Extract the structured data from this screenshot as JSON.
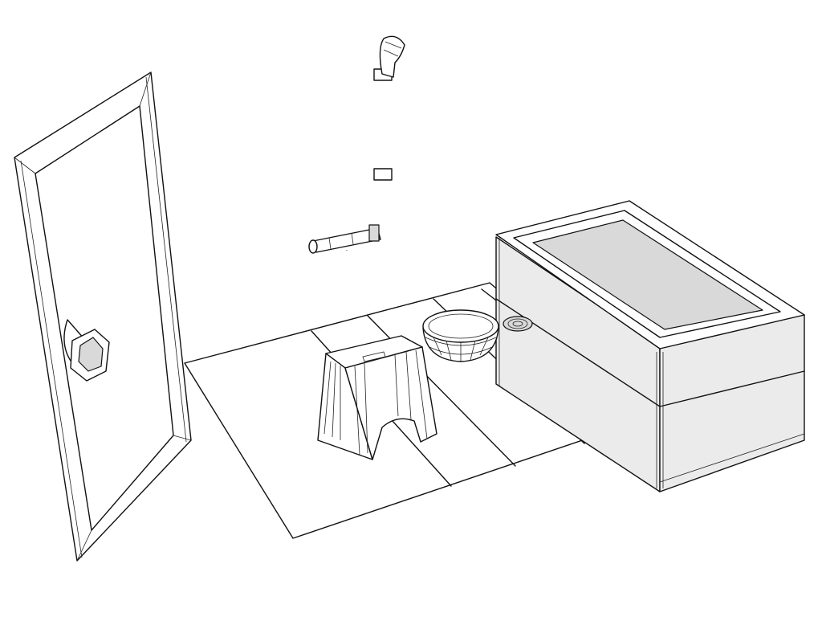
{
  "scene": {
    "objects": [
      "bathroom-floor",
      "bathroom-door",
      "door-knob",
      "shower-faucet",
      "shower-hose",
      "shower-head",
      "bath-stool",
      "wash-basket",
      "floor-drain",
      "bathtub"
    ],
    "colors": {
      "background": "#ffffff",
      "line": "#111111",
      "fill": "#ffffff",
      "shade": "#ebebeb"
    }
  }
}
